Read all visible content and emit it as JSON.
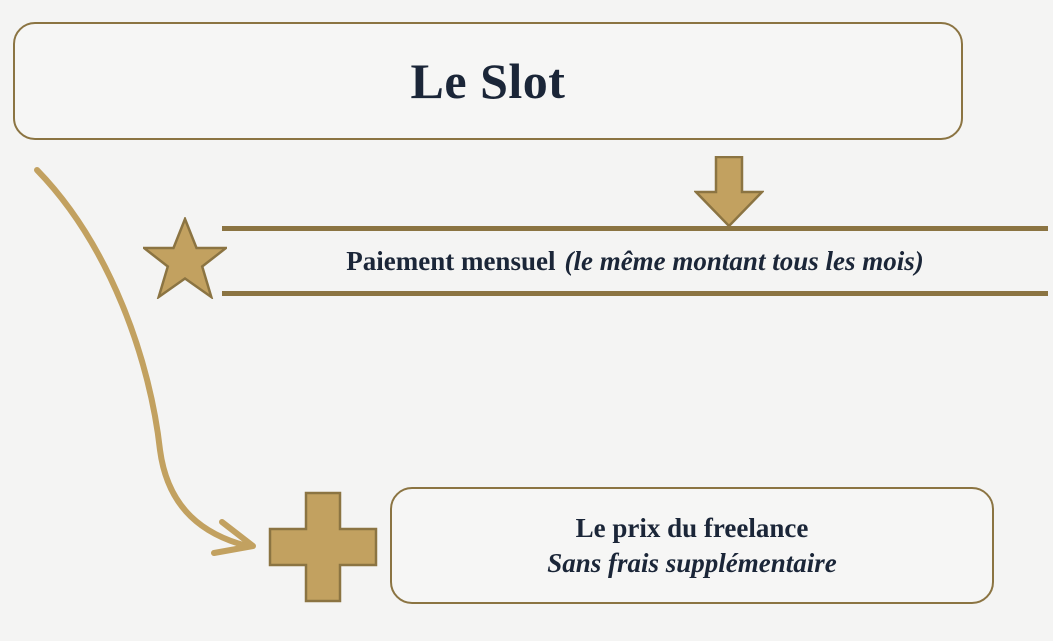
{
  "slide": {
    "background_color": "#f4f4f3",
    "accent_gold": "#c2a160",
    "accent_gold_dark": "#8b7442",
    "text_color": "#1b2638"
  },
  "title_box": {
    "title": "Le Slot"
  },
  "banner": {
    "text_strong": "Paiement mensuel",
    "text_emphasis": "(le même montant tous les mois)"
  },
  "bottom_box": {
    "line1": "Le prix du freelance",
    "line2": "Sans frais supplémentaire"
  },
  "icons": {
    "down_arrow": "down-arrow-icon",
    "star": "star-icon",
    "plus": "plus-icon",
    "curved_arrow": "curved-arrow-icon"
  }
}
